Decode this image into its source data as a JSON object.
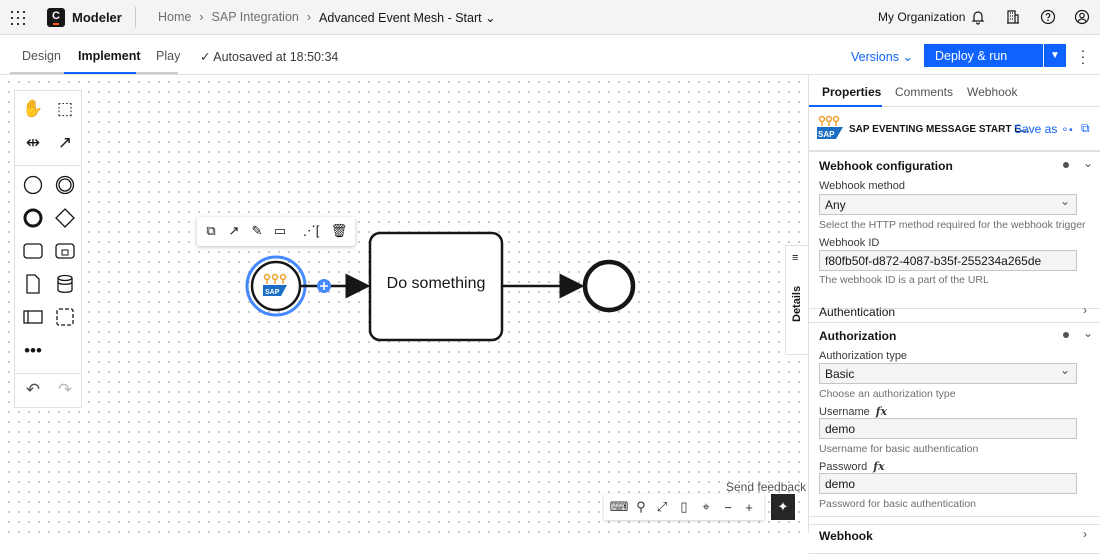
{
  "topbar": {
    "app_name": "Modeler",
    "logo_letter": "C",
    "breadcrumbs": [
      "Home",
      "SAP Integration",
      "Advanced Event Mesh - Start"
    ],
    "organization": "My Organization"
  },
  "subbar": {
    "tabs": [
      {
        "label": "Design"
      },
      {
        "label": "Implement",
        "active": true
      },
      {
        "label": "Play"
      }
    ],
    "autosave": "Autosaved at 18:50:34",
    "versions_label": "Versions",
    "deploy_label": "Deploy & run"
  },
  "canvas": {
    "task_label": "Do something",
    "details_tab": "Details",
    "send_feedback": "Send feedback",
    "start_event_icon": "SAP"
  },
  "panel": {
    "tabs": [
      {
        "label": "Properties",
        "active": true
      },
      {
        "label": "Comments"
      },
      {
        "label": "Webhook"
      }
    ],
    "element_title": "SAP EVENTING MESSAGE START E...",
    "save_as": "Save as",
    "webhook_config": {
      "title": "Webhook configuration",
      "method_label": "Webhook method",
      "method_value": "Any",
      "method_help": "Select the HTTP method required for the webhook trigger",
      "id_label": "Webhook ID",
      "id_value": "f80fb50f-d872-4087-b35f-255234a265de",
      "id_help": "The webhook ID is a part of the URL"
    },
    "authentication": {
      "title": "Authentication"
    },
    "authorization": {
      "title": "Authorization",
      "type_label": "Authorization type",
      "type_value": "Basic",
      "type_help": "Choose an authorization type",
      "username_label": "Username",
      "username_value": "demo",
      "username_help": "Username for basic authentication",
      "password_label": "Password",
      "password_value": "demo",
      "password_help": "Password for basic authentication",
      "fx": "fx"
    },
    "next_section": "Webhook"
  },
  "colors": {
    "accent": "#0f62fe",
    "selection": "#4589ff",
    "sap_orange": "#f0a030",
    "sap_blue": "#1a6fc4"
  }
}
